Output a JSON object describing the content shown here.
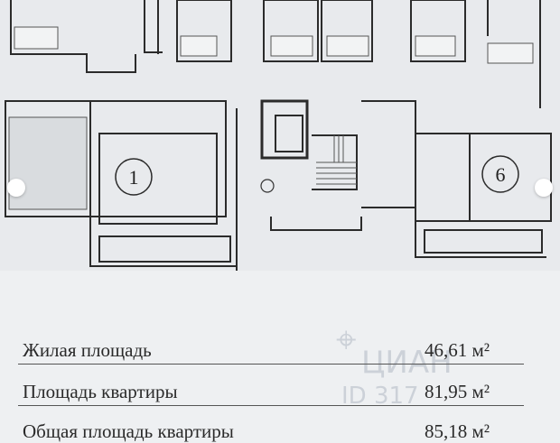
{
  "floor_plan": {
    "apartment_numbers": [
      "1",
      "6"
    ]
  },
  "areas": [
    {
      "label": "Жилая площадь",
      "value": "46,61 м²"
    },
    {
      "label": "Площадь квартиры",
      "value": "81,95 м²"
    },
    {
      "label": "Общая площадь квартиры",
      "value": "85,18 м²"
    }
  ],
  "watermark": {
    "brand": "ЦИАН",
    "id": "ID 317"
  },
  "icons": {
    "watermark": "cian-logo-icon",
    "prev": "prev-dot-icon",
    "next": "next-dot-icon"
  }
}
